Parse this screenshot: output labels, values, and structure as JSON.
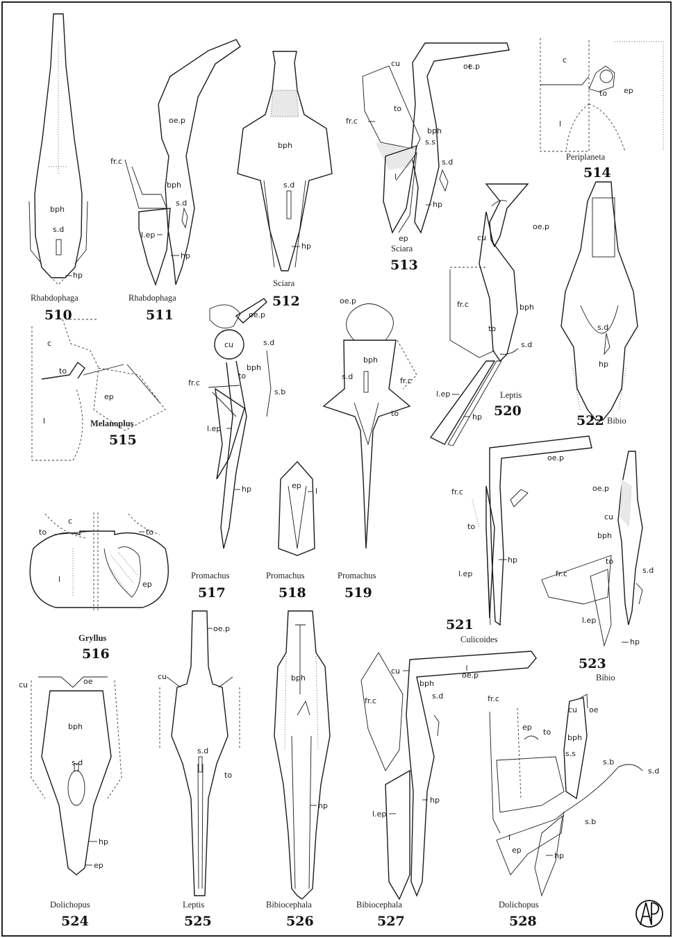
{
  "figures": [
    {
      "number": "510",
      "caption": "Rhabdophaga",
      "labels": [
        "bph",
        "s.d",
        "hp"
      ]
    },
    {
      "number": "511",
      "caption": "Rhabdophaga",
      "labels": [
        "oe.p",
        "fr.c",
        "bph",
        "s.d",
        "l.ep",
        "hp"
      ]
    },
    {
      "number": "512",
      "caption": "Sciara",
      "labels": [
        "bph",
        "s.d",
        "hp"
      ]
    },
    {
      "number": "513",
      "caption": "Sciara",
      "labels": [
        "cu",
        "oe.p",
        "to",
        "fr.c",
        "bph",
        "s.s",
        "s.d",
        "l",
        "hp",
        "ep"
      ]
    },
    {
      "number": "514",
      "caption": "Periplaneta",
      "labels": [
        "c",
        "to",
        "ep",
        "l"
      ]
    },
    {
      "number": "515",
      "caption": "Melanoplus",
      "labels": [
        "c",
        "to",
        "ep",
        "l"
      ]
    },
    {
      "number": "516",
      "caption": "Gryllus",
      "labels": [
        "c",
        "to",
        "to",
        "l",
        "ep"
      ]
    },
    {
      "number": "517",
      "caption": "Promachus",
      "labels": [
        "oe.p",
        "cu",
        "s.d",
        "fr.c",
        "to",
        "bph",
        "s.b",
        "l.ep",
        "hp"
      ]
    },
    {
      "number": "518",
      "caption": "Promachus",
      "labels": [
        "ep",
        "l"
      ]
    },
    {
      "number": "519",
      "caption": "Promachus",
      "labels": [
        "oe.p",
        "bph",
        "s.d",
        "fr.c",
        "to"
      ]
    },
    {
      "number": "520",
      "caption": "Leptis",
      "labels": [
        "oe.p",
        "cu",
        "fr.c",
        "bph",
        "to",
        "s.d",
        "l.ep",
        "hp"
      ]
    },
    {
      "number": "521",
      "caption": "Culicoides",
      "labels": [
        "oe.p",
        "fr.c",
        "to",
        "l.ep",
        "hp"
      ]
    },
    {
      "number": "522",
      "caption": "Bibio",
      "labels": [
        "s.d",
        "hp"
      ]
    },
    {
      "number": "523",
      "caption": "Bibio",
      "labels": [
        "oe.p",
        "cu",
        "bph",
        "to",
        "fr.c",
        "s.d",
        "l.ep",
        "hp"
      ]
    },
    {
      "number": "524",
      "caption": "Dolichopus",
      "labels": [
        "cu",
        "oe",
        "bph",
        "s.d",
        "hp",
        "ep"
      ]
    },
    {
      "number": "525",
      "caption": "Leptis",
      "labels": [
        "oe.p",
        "cu",
        "s.d",
        "to"
      ]
    },
    {
      "number": "526",
      "caption": "Bibiocephala",
      "labels": [
        "bph",
        "hp"
      ]
    },
    {
      "number": "527",
      "caption": "Bibiocephala",
      "labels": [
        "cu",
        "oe.p",
        "bph",
        "s.d",
        "fr.c",
        "l.ep",
        "hp"
      ]
    },
    {
      "number": "528",
      "caption": "Dolichopus",
      "labels": [
        "fr.c",
        "cu",
        "oe",
        "ep",
        "to",
        "bph",
        "s.s",
        "s.b",
        "s.d",
        "s.b",
        "l",
        "ep",
        "hp"
      ]
    }
  ],
  "monogram": "AP"
}
